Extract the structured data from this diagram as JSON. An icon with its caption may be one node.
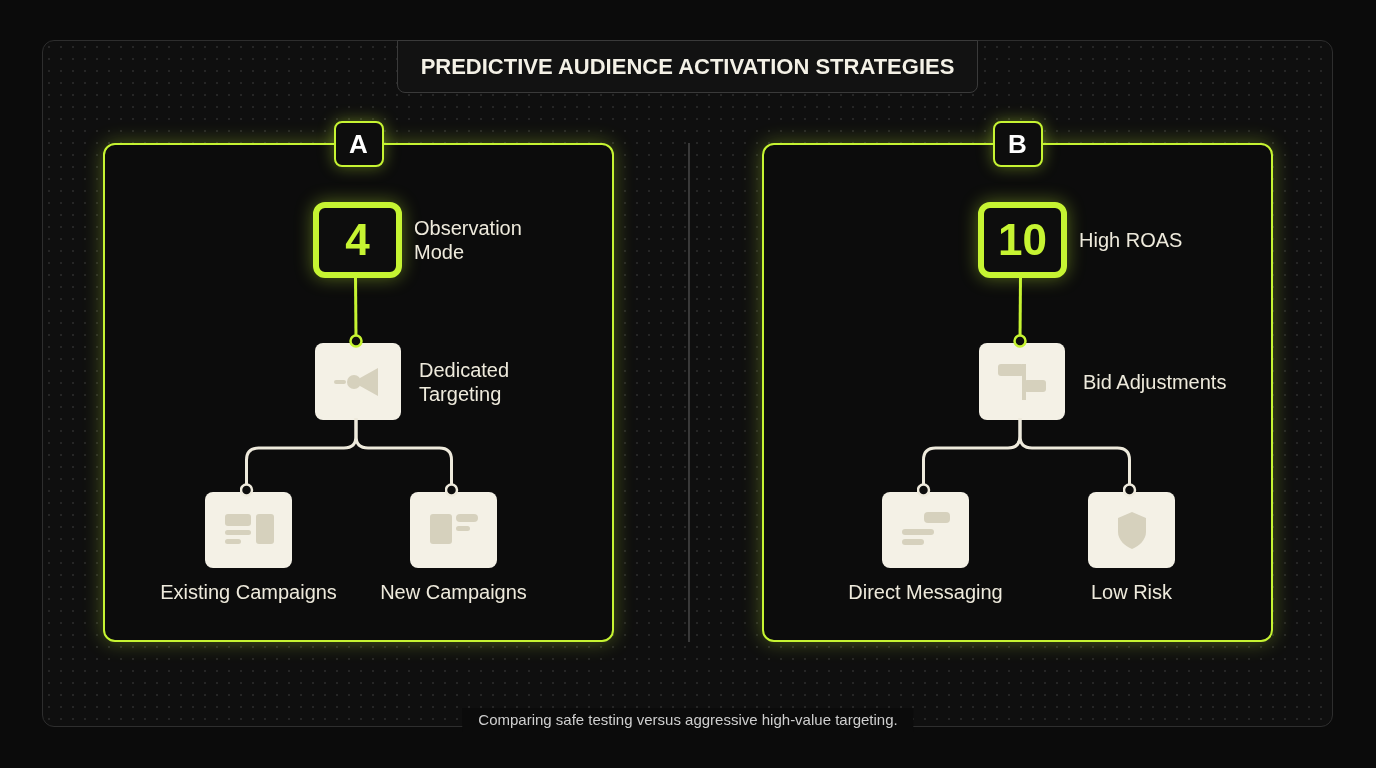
{
  "diagram": {
    "title": "PREDICTIVE AUDIENCE ACTIVATION STRATEGIES",
    "caption": "Comparing safe testing versus aggressive high-value targeting.",
    "nodes": [
      {
        "text": [
          "A"
        ]
      },
      {
        "text": [
          "4"
        ],
        "beside": [
          "Observation Mode"
        ],
        "in": 0
      },
      {
        "text": [],
        "shape": "box",
        "beside": [
          "Dedicated Targeting"
        ],
        "in": 0
      },
      {
        "text": [],
        "shape": "box",
        "beside": [
          "Existing Campaigns"
        ],
        "in": 0
      },
      {
        "text": [],
        "shape": "box",
        "beside": [
          "New Campaigns"
        ],
        "in": 0
      },
      {
        "text": [
          "B"
        ]
      },
      {
        "text": [
          "10"
        ],
        "beside": [
          "High ROAS"
        ],
        "in": 5
      },
      {
        "text": [],
        "shape": "box",
        "beside": [
          "Bid Adjustments"
        ],
        "in": 5
      },
      {
        "text": [],
        "shape": "box",
        "beside": [
          "Direct Messaging"
        ],
        "in": 5
      },
      {
        "text": [],
        "shape": "box",
        "beside": [
          "Low Risk"
        ],
        "in": 5
      }
    ],
    "edges": [
      {
        "from": 1,
        "to": 2,
        "arrow": "other",
        "color": "#c6f432"
      },
      {
        "from": 2,
        "to": 3,
        "arrow": "other"
      },
      {
        "from": 2,
        "to": 4,
        "arrow": "other"
      },
      {
        "from": 6,
        "to": 7,
        "arrow": "other",
        "color": "#c6f432"
      },
      {
        "from": 7,
        "to": 8,
        "arrow": "other"
      },
      {
        "from": 7,
        "to": 9,
        "arrow": "other"
      }
    ]
  }
}
